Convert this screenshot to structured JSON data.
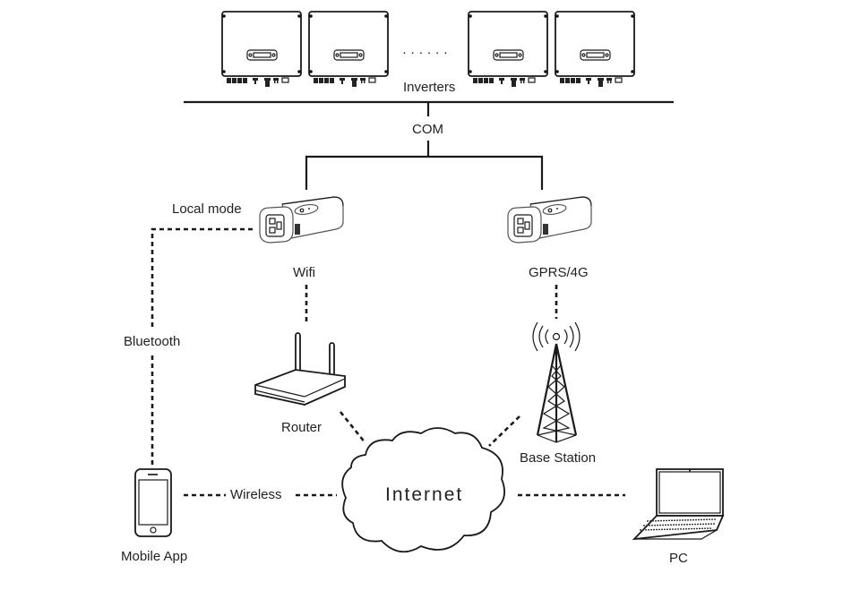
{
  "diagram": {
    "type": "network-topology",
    "nodes": {
      "inverters": {
        "label": "Inverters",
        "count_shown": 4,
        "ellipsis": "· · · · · ·"
      },
      "com": {
        "label": "COM"
      },
      "wifi_dongle": {
        "label": "Wifi"
      },
      "gprs_dongle": {
        "label": "GPRS/4G"
      },
      "router": {
        "label": "Router"
      },
      "base_station": {
        "label": "Base Station"
      },
      "internet": {
        "label": "Internet"
      },
      "mobile_app": {
        "label": "Mobile App"
      },
      "pc": {
        "label": "PC"
      }
    },
    "edge_labels": {
      "local_mode": "Local mode",
      "bluetooth": "Bluetooth",
      "wireless": "Wireless"
    },
    "edges": [
      {
        "from": "inverters",
        "to": "com",
        "style": "solid"
      },
      {
        "from": "com",
        "to": "wifi_dongle",
        "style": "solid"
      },
      {
        "from": "com",
        "to": "gprs_dongle",
        "style": "solid"
      },
      {
        "from": "wifi_dongle",
        "to": "router",
        "style": "dashed"
      },
      {
        "from": "gprs_dongle",
        "to": "base_station",
        "style": "dashed"
      },
      {
        "from": "router",
        "to": "internet",
        "style": "dashed"
      },
      {
        "from": "base_station",
        "to": "internet",
        "style": "dashed"
      },
      {
        "from": "wifi_dongle",
        "to": "mobile_app",
        "style": "dashed",
        "label": "Local mode / Bluetooth"
      },
      {
        "from": "mobile_app",
        "to": "internet",
        "style": "dashed",
        "label": "Wireless"
      },
      {
        "from": "internet",
        "to": "pc",
        "style": "dashed"
      }
    ]
  }
}
